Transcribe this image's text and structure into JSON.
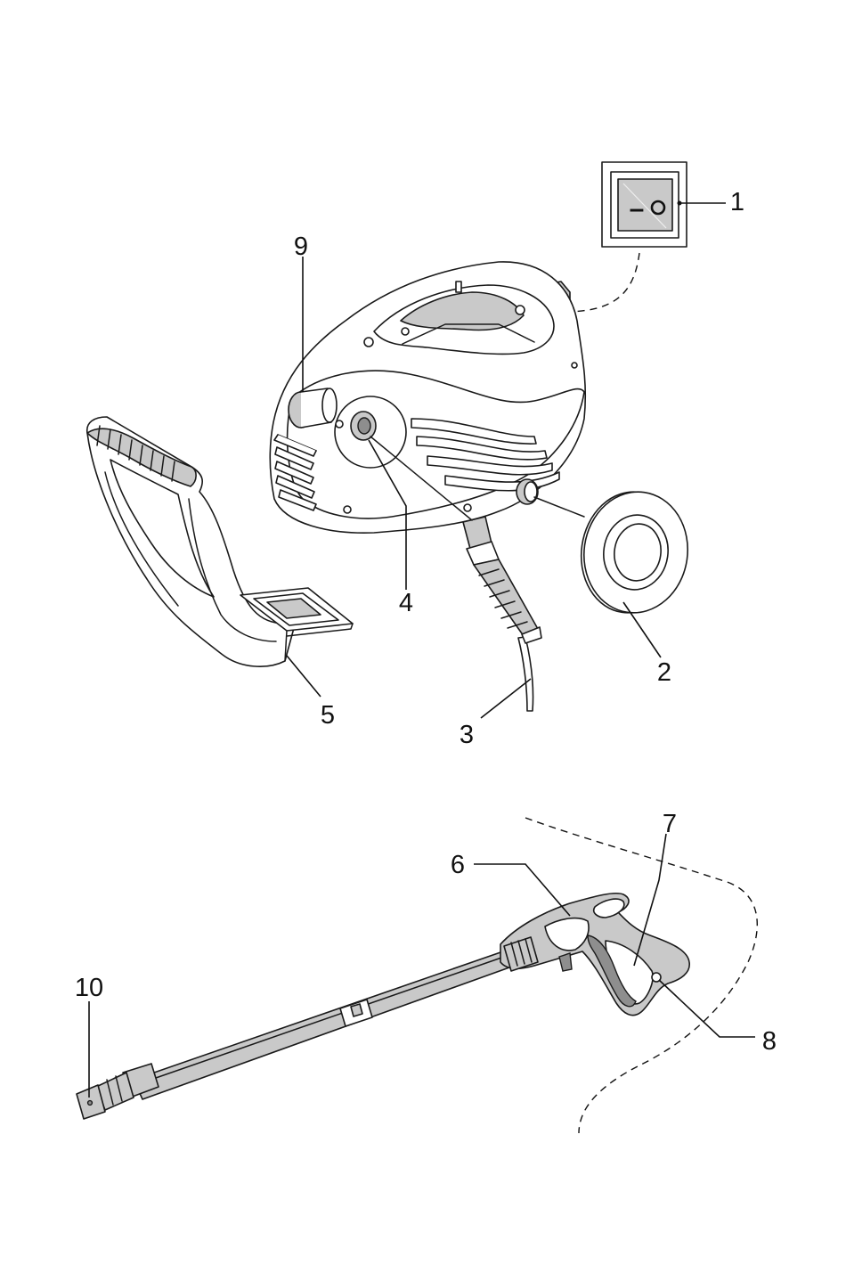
{
  "labels": {
    "switch": "1",
    "cap": "2",
    "hose": "3",
    "outlet": "4",
    "handle": "5",
    "gun": "6",
    "trigger": "7",
    "lock": "8",
    "inlet": "9",
    "nozzle": "10"
  },
  "switch_symbols": {
    "off": "–",
    "on": "O"
  }
}
